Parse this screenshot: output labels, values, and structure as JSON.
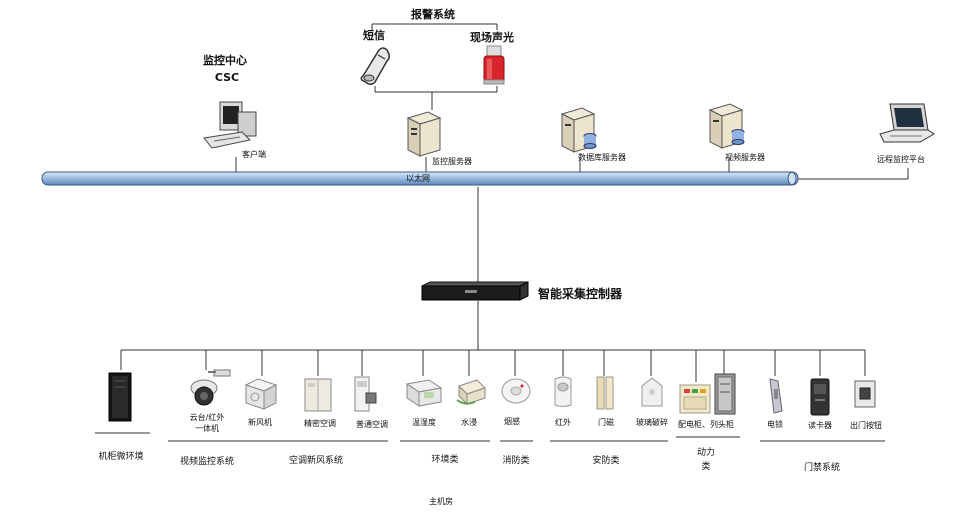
{
  "alarm": {
    "title": "报警系统",
    "sms": "短信",
    "siren": "现场声光"
  },
  "center": {
    "title": "监控中心",
    "code": "CSC"
  },
  "network": {
    "ethernet": "以太网",
    "client": "客户端",
    "monitor_server": "监控服务器",
    "db_server": "数据库服务器",
    "video_server": "视频服务器",
    "remote": "远程监控平台"
  },
  "controller": {
    "label": "智能采集控制器"
  },
  "devices": {
    "cabinet_env": "机柜微环境",
    "ptz_line1": "云台/红外",
    "ptz_line2": "一体机",
    "fresh_air": "新风机",
    "precision_ac": "精密空调",
    "normal_ac": "普通空调",
    "temp_humidity": "温湿度",
    "water_leak": "水浸",
    "smoke": "烟感",
    "infrared": "红外",
    "door_magnet": "门磁",
    "glass_break": "玻璃破碎",
    "power_cabinet": "配电柜、列头柜",
    "electric_lock": "电锁",
    "card_reader": "读卡器",
    "exit_button": "出门按钮"
  },
  "groups": {
    "video": "视频监控系统",
    "hvac": "空调新风系统",
    "environment": "环境类",
    "fire": "消防类",
    "security": "安防类",
    "power_line1": "动力",
    "power_line2": "类",
    "access": "门禁系统"
  },
  "footer": {
    "room": "主机房"
  }
}
